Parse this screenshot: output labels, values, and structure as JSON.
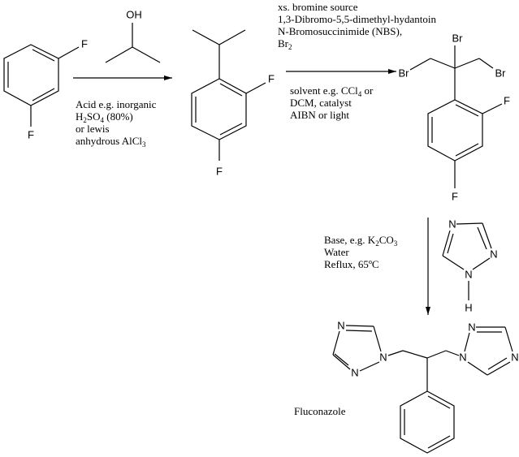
{
  "reagent_isopropanol": {
    "oh_label": "OH"
  },
  "atoms": {
    "F": "F",
    "Br": "Br",
    "N": "N",
    "H": "H"
  },
  "step1": {
    "line1": "Acid e.g. inorganic",
    "line2_pre": "H",
    "line2_sub1": "2",
    "line2_mid": "SO",
    "line2_sub2": "4",
    "line2_post": " (80%)",
    "line3": "or lewis",
    "line4_pre": "anhydrous AlCl",
    "line4_sub": "3"
  },
  "step2": {
    "above1": "xs. bromine source",
    "above2": "1,3-Dibromo-5,5-dimethyl-hydantoin",
    "above3": "N-Bromosuccinimide (NBS),",
    "above4_pre": "Br",
    "above4_sub": "2",
    "below1_pre": "solvent e.g. CCl",
    "below1_sub": "4",
    "below1_post": " or",
    "below2": "DCM, catalyst",
    "below3": "AIBN or light"
  },
  "step3": {
    "line1_pre": "Base, e.g. K",
    "line1_sub1": "2",
    "line1_mid": "CO",
    "line1_sub2": "3",
    "line2": "Water",
    "line3": "Reflux, 65ºC"
  },
  "product": {
    "name": "Fluconazole"
  }
}
